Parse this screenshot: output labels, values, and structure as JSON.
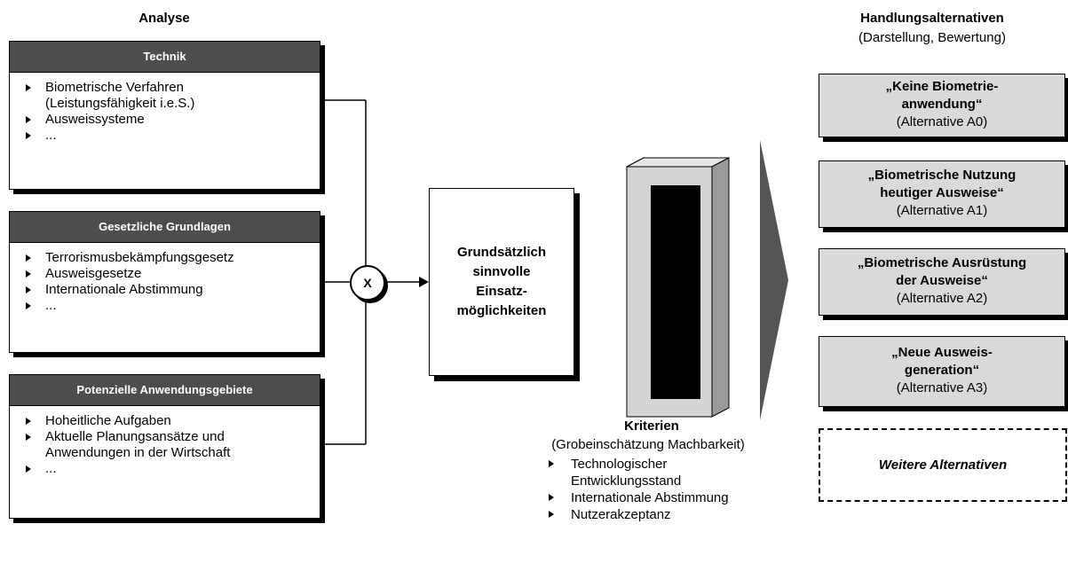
{
  "analyse": {
    "heading": "Analyse",
    "boxes": [
      {
        "title": "Technik",
        "items": [
          "Biometrische Verfahren (Leistungsfähigkeit i.e.S.)",
          "Ausweissysteme",
          "..."
        ]
      },
      {
        "title": "Gesetzliche Grundlagen",
        "items": [
          "Terrorismusbekämpfungsgesetz",
          "Ausweisgesetze",
          "Internationale Abstimmung",
          "..."
        ]
      },
      {
        "title": "Potenzielle Anwendungsgebiete",
        "items": [
          "Hoheitliche Aufgaben",
          "Aktuelle Planungsansätze und Anwendungen in der Wirtschaft",
          "..."
        ]
      }
    ]
  },
  "combine": {
    "symbol": "X"
  },
  "center": {
    "lines": [
      "Grundsätzlich",
      "sinnvolle",
      "Einsatz-",
      "möglichkeiten"
    ]
  },
  "kriterien": {
    "title": "Kriterien",
    "subtitle": "(Grobeinschätzung Machbarkeit)",
    "items": [
      "Technologischer Entwicklungsstand",
      "Internationale Abstimmung",
      "Nutzerakzeptanz"
    ]
  },
  "alternativen": {
    "heading": "Handlungsalternativen",
    "subheading": "(Darstellung, Bewertung)",
    "items": [
      {
        "title_lines": [
          "„Keine Biometrie-",
          "anwendung“"
        ],
        "label": "(Alternative A0)"
      },
      {
        "title_lines": [
          "„Biometrische Nutzung",
          "heutiger Ausweise“"
        ],
        "label": "(Alternative A1)"
      },
      {
        "title_lines": [
          "„Biometrische Ausrüstung",
          "der Ausweise“"
        ],
        "label": "(Alternative A2)"
      },
      {
        "title_lines": [
          "„Neue Ausweis-",
          "generation“"
        ],
        "label": "(Alternative A3)"
      }
    ],
    "more": "Weitere Alternativen"
  },
  "colors": {
    "box_header": "#4d4d4d",
    "alt_fill": "#d9d9d9",
    "frame_fill": "#d4d4d4",
    "funnel": "#555555"
  }
}
